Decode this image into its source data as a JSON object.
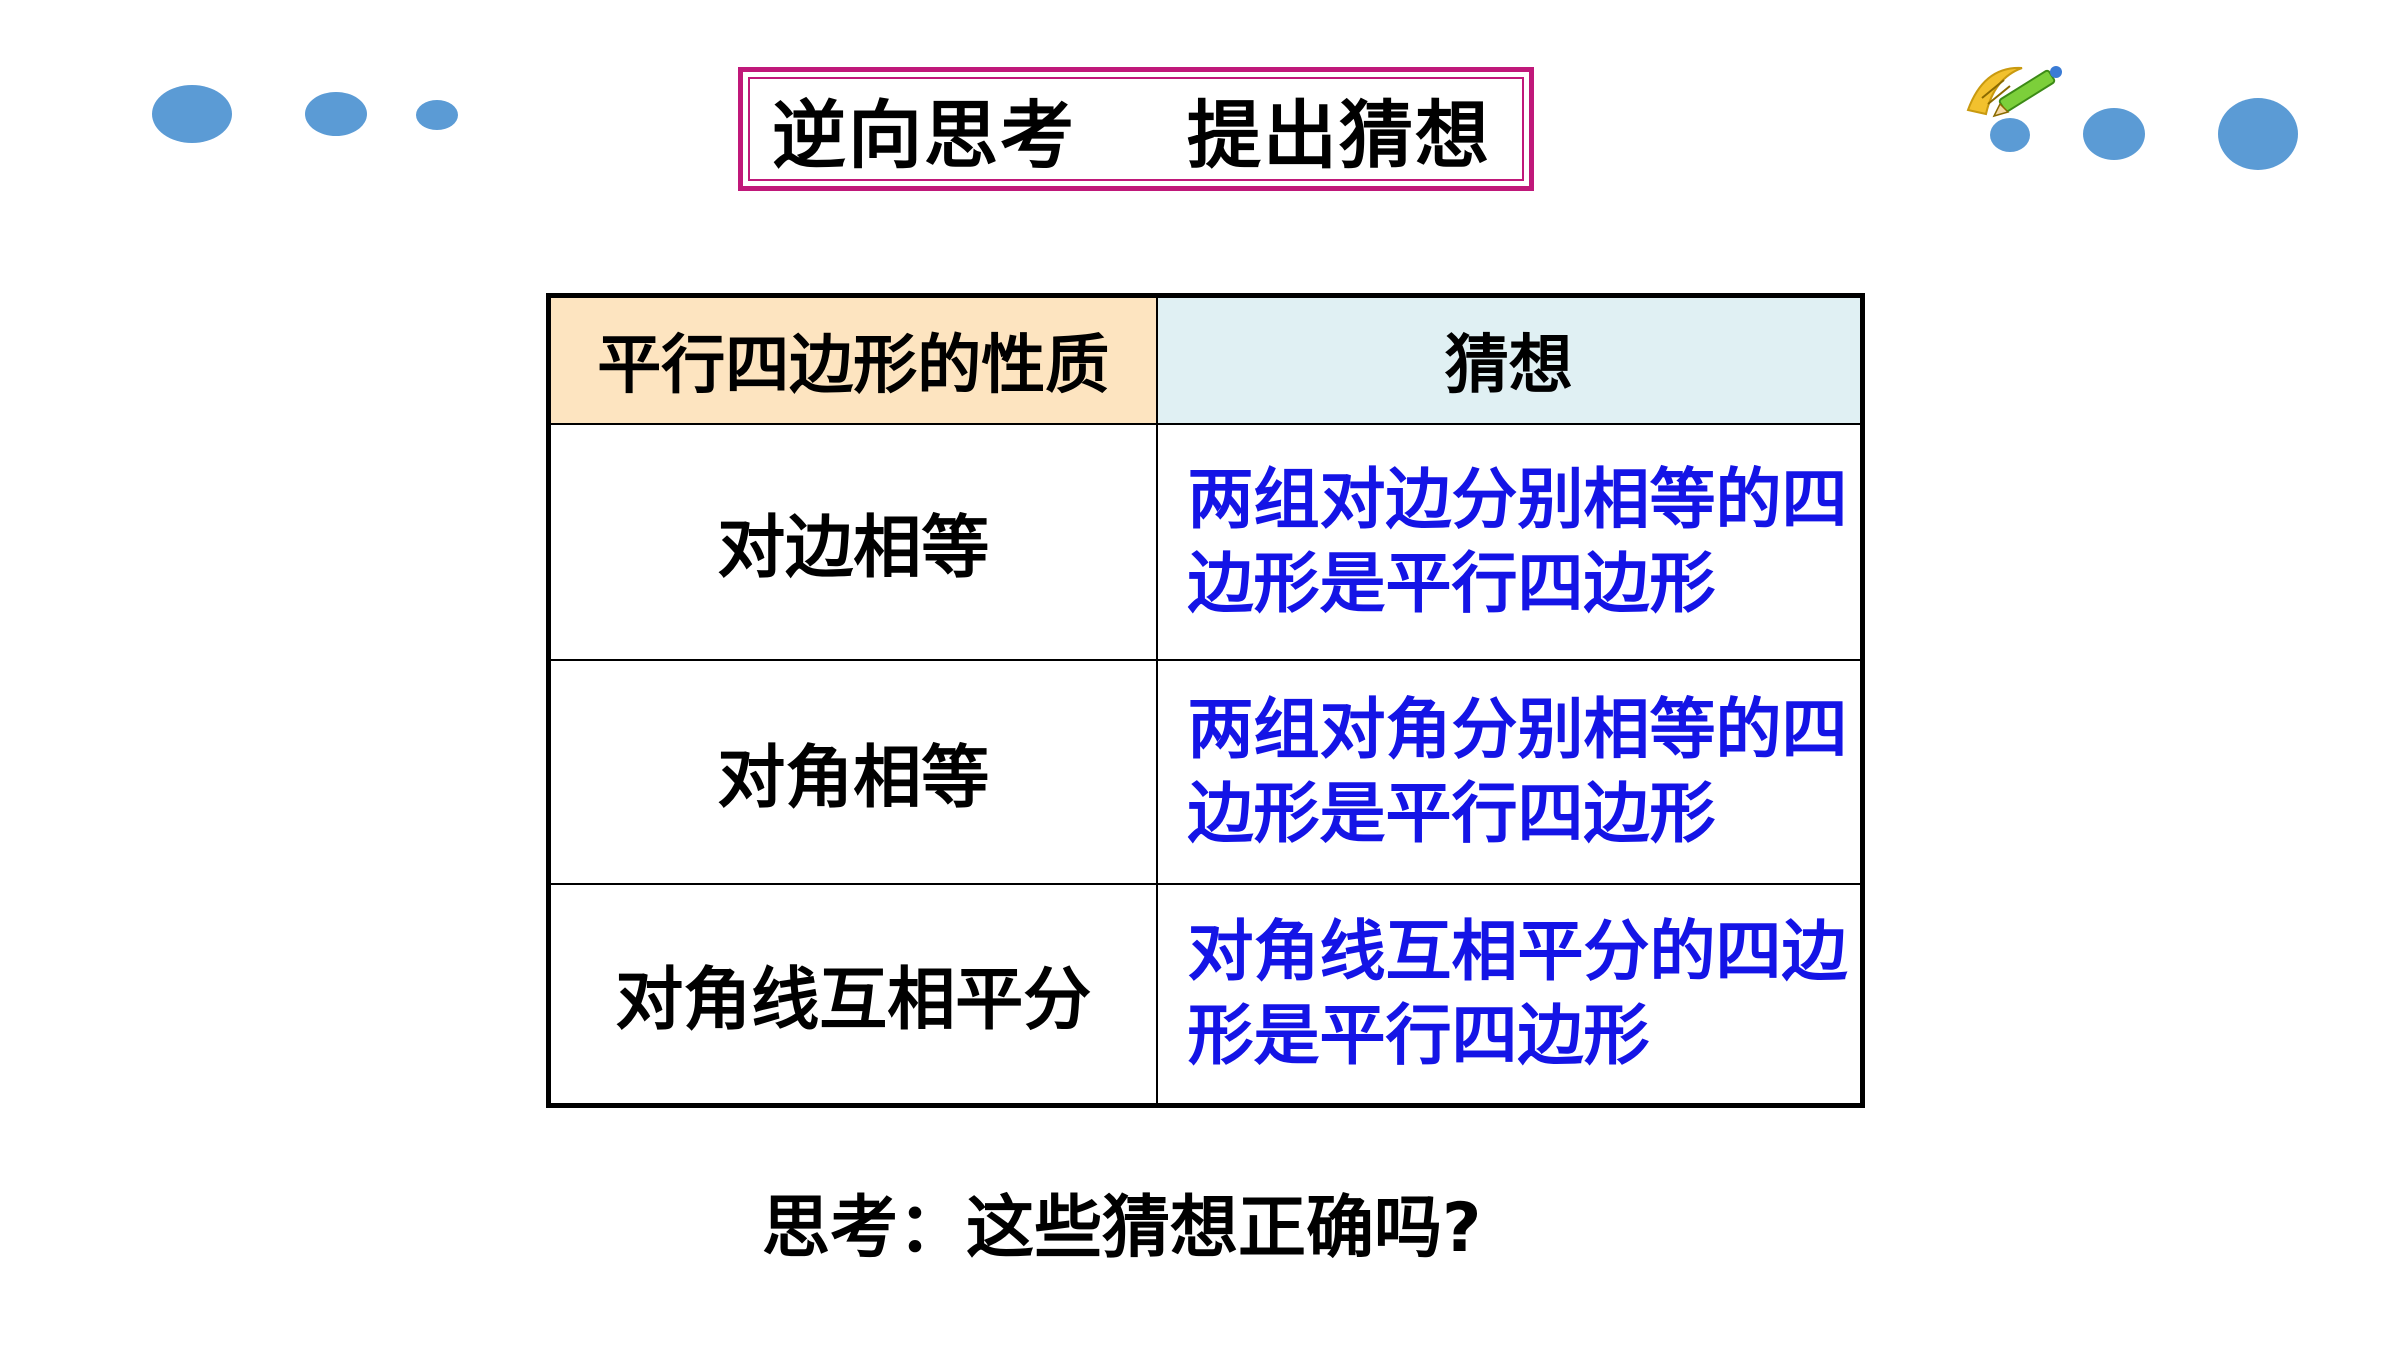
{
  "title": "逆向思考    提出猜想",
  "decor": {
    "dot_color": "#5b9bd5",
    "title_border_color": "#c0187a",
    "corner_icon": "pencil-ruler-icon"
  },
  "table": {
    "headers": {
      "property": "平行四边形的性质",
      "conjecture": "猜想"
    },
    "rows": [
      {
        "property": "对边相等",
        "conjecture": "两组对边分别相等的四边形是平行四边形"
      },
      {
        "property": "对角相等",
        "conjecture": "两组对角分别相等的四边形是平行四边形"
      },
      {
        "property": "对角线互相平分",
        "conjecture": "对角线互相平分的四边形是平行四边形"
      }
    ],
    "colors": {
      "header_left_bg": "#fde4c0",
      "header_right_bg": "#e0f0f3",
      "conjecture_text": "#1414e6"
    }
  },
  "question": "思考：这些猜想正确吗?"
}
